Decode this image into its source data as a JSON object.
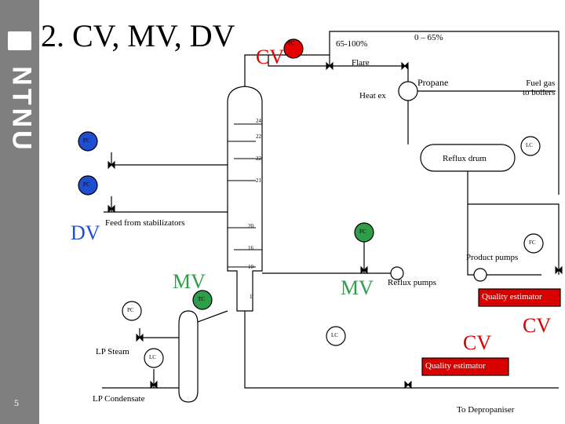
{
  "slide": {
    "title": "2. CV, MV, DV",
    "page_number": "5",
    "logo": "NTNU"
  },
  "annotations": {
    "cv_top": "CV",
    "dv": "DV",
    "mv_left": "MV",
    "mv_right": "MV",
    "cv_right": "CV",
    "cv_bottom": "CV"
  },
  "labels": {
    "pct_a": "65-100%",
    "pct_b": "0 – 65%",
    "flare": "Flare",
    "fuel_gas": "Fuel gas\nto boilers",
    "propane": "Propane",
    "heat_ex": "Heat ex",
    "reflux_drum": "Reflux drum",
    "feed": "Feed from stabilizators",
    "product_pumps": "Product pumps",
    "reflux_pumps": "Reflux pumps",
    "quality_estimator_1": "Quality estimator",
    "quality_estimator_2": "Quality estimator",
    "lp_steam": "LP Steam",
    "lp_condensate": "LP Condensate",
    "to_depropaniser": "To Depropaniser"
  },
  "trays": [
    "24",
    "22",
    "22",
    "21",
    "20",
    "16",
    "10",
    "1"
  ],
  "controllers": {
    "pc_top": "PC",
    "fc_1": "FC",
    "fc_2": "FC",
    "lc_drum": "LC",
    "fc_reflux": "FC",
    "fc_product": "FC",
    "tc": "TC",
    "pc_left": "PC",
    "lc_reb": "LC",
    "lc_bottom": "LC"
  },
  "colors": {
    "sidebar": "#7f7f7f",
    "cv_red": "#e60000",
    "mv_green": "#2e9e4a",
    "dv_blue": "#1f4fd1",
    "quality_red": "#d90000"
  }
}
